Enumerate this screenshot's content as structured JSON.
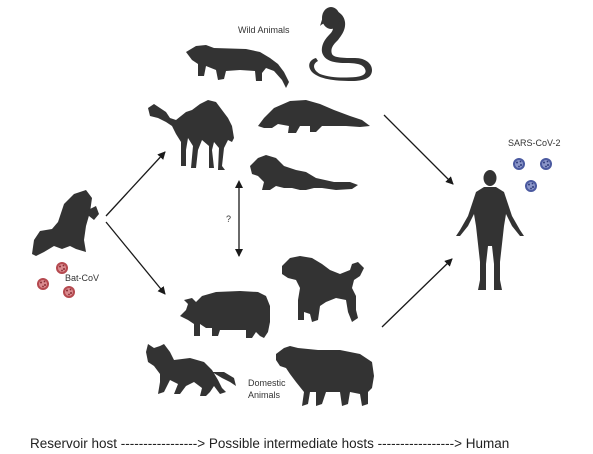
{
  "labels": {
    "wild": "Wild Animals",
    "domestic_line1": "Domestic",
    "domestic_line2": "Animals",
    "bat_cov": "Bat-CoV",
    "sars": "SARS-CoV-2",
    "question": "?"
  },
  "caption": "Reservoir host -----------------> Possible intermediate hosts -----------------> Human",
  "colors": {
    "silhouette": "#333333",
    "bat_virus": "#b5494f",
    "sars_virus": "#4b5aa0",
    "arrow": "#1a1a1a"
  },
  "icons": [
    "bat-icon",
    "civet-icon",
    "cobra-icon",
    "camel-icon",
    "pangolin-icon",
    "ferret-icon",
    "pig-icon",
    "dog-icon",
    "cat-icon",
    "cow-icon",
    "human-icon",
    "virus-icon"
  ]
}
